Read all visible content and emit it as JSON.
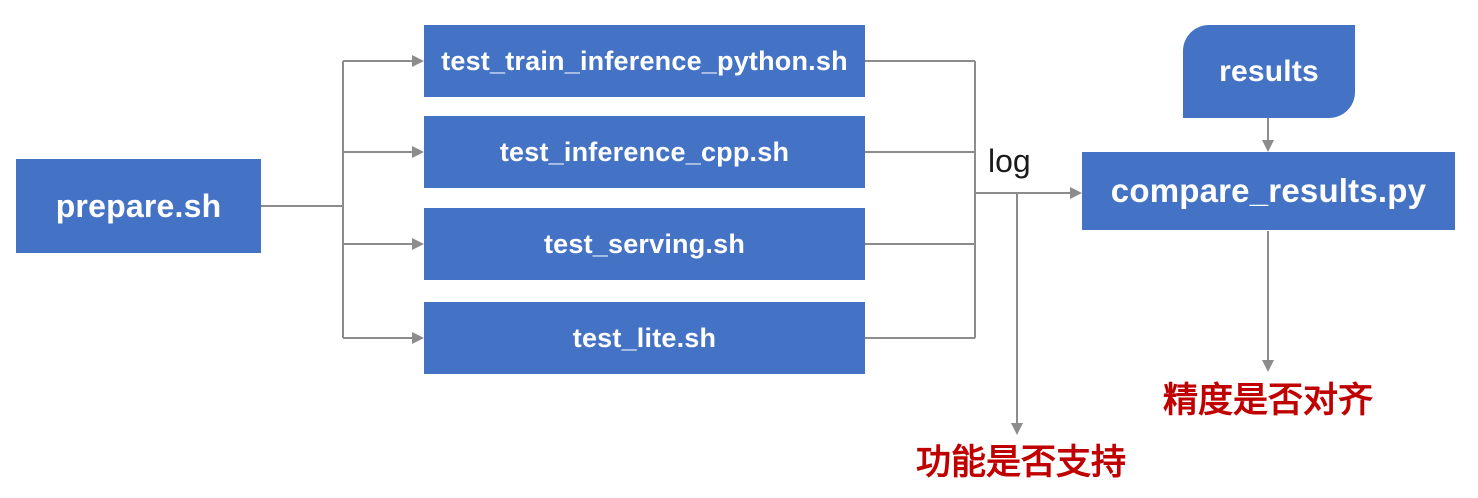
{
  "theme": {
    "node_fill": "#4472C4",
    "node_text": "#FFFFFF",
    "connector": "#8C8C8C",
    "annotation_red": "#C00000",
    "background": "#FFFFFF"
  },
  "nodes": {
    "prepare": {
      "label": "prepare.sh"
    },
    "test_train_inference_python": {
      "label": "test_train_inference_python.sh"
    },
    "test_inference_cpp": {
      "label": "test_inference_cpp.sh"
    },
    "test_serving": {
      "label": "test_serving.sh"
    },
    "test_lite": {
      "label": "test_lite.sh"
    },
    "compare_results": {
      "label": "compare_results.py"
    },
    "results": {
      "label": "results"
    }
  },
  "edge_labels": {
    "log": "log"
  },
  "annotations": {
    "function_supported": "功能是否支持",
    "precision_aligned": "精度是否对齐"
  }
}
